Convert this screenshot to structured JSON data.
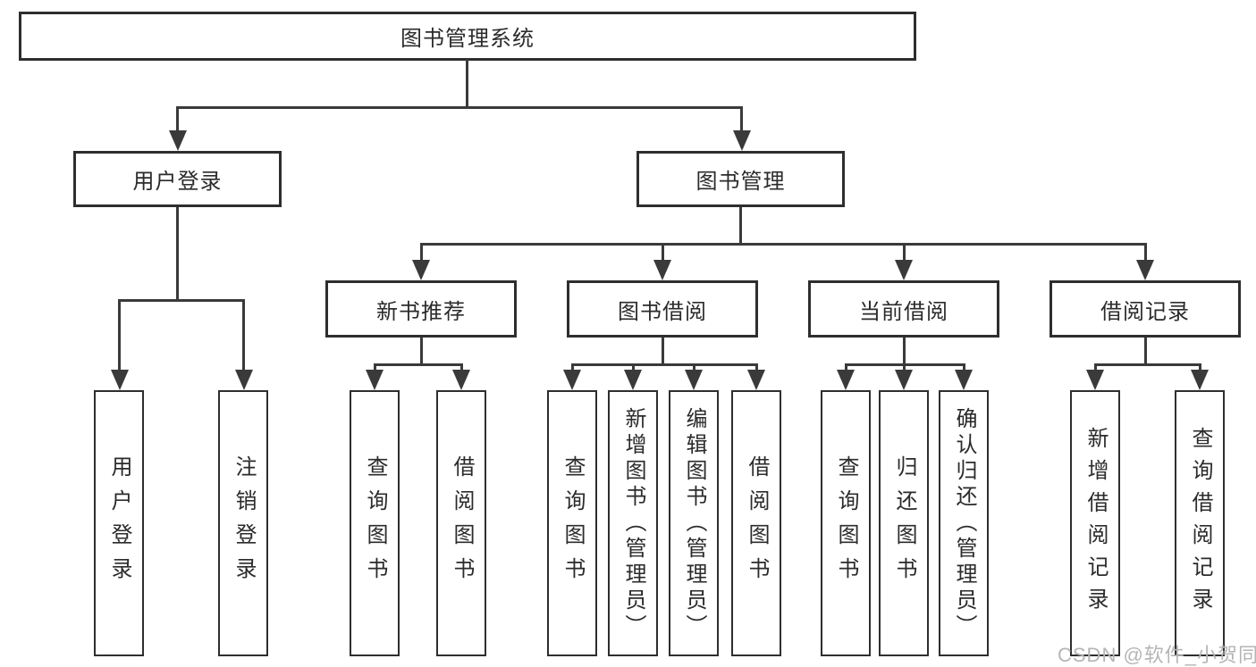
{
  "colors": {
    "bg": "#ffffff",
    "line": "#3a3a3a",
    "border": "#2e2e2e",
    "text": "#2b2b2b",
    "watermark": "#b5b5b5"
  },
  "root": {
    "label": "图书管理系统"
  },
  "branches": [
    {
      "label": "用户登录",
      "children": [
        {
          "label": "用户登录"
        },
        {
          "label": "注销登录"
        }
      ]
    },
    {
      "label": "图书管理",
      "children": [
        {
          "label": "新书推荐",
          "children": [
            {
              "label": "查询图书"
            },
            {
              "label": "借阅图书"
            }
          ]
        },
        {
          "label": "图书借阅",
          "children": [
            {
              "label": "查询图书"
            },
            {
              "label": "新增图书（管理员）"
            },
            {
              "label": "编辑图书（管理员）"
            },
            {
              "label": "借阅图书"
            }
          ]
        },
        {
          "label": "当前借阅",
          "children": [
            {
              "label": "查询图书"
            },
            {
              "label": "归还图书"
            },
            {
              "label": "确认归还（管理员）"
            }
          ]
        },
        {
          "label": "借阅记录",
          "children": [
            {
              "label": "新增借阅记录"
            },
            {
              "label": "查询借阅记录"
            }
          ]
        }
      ]
    }
  ],
  "watermark": {
    "text": "CSDN @软件_小贺同学"
  }
}
